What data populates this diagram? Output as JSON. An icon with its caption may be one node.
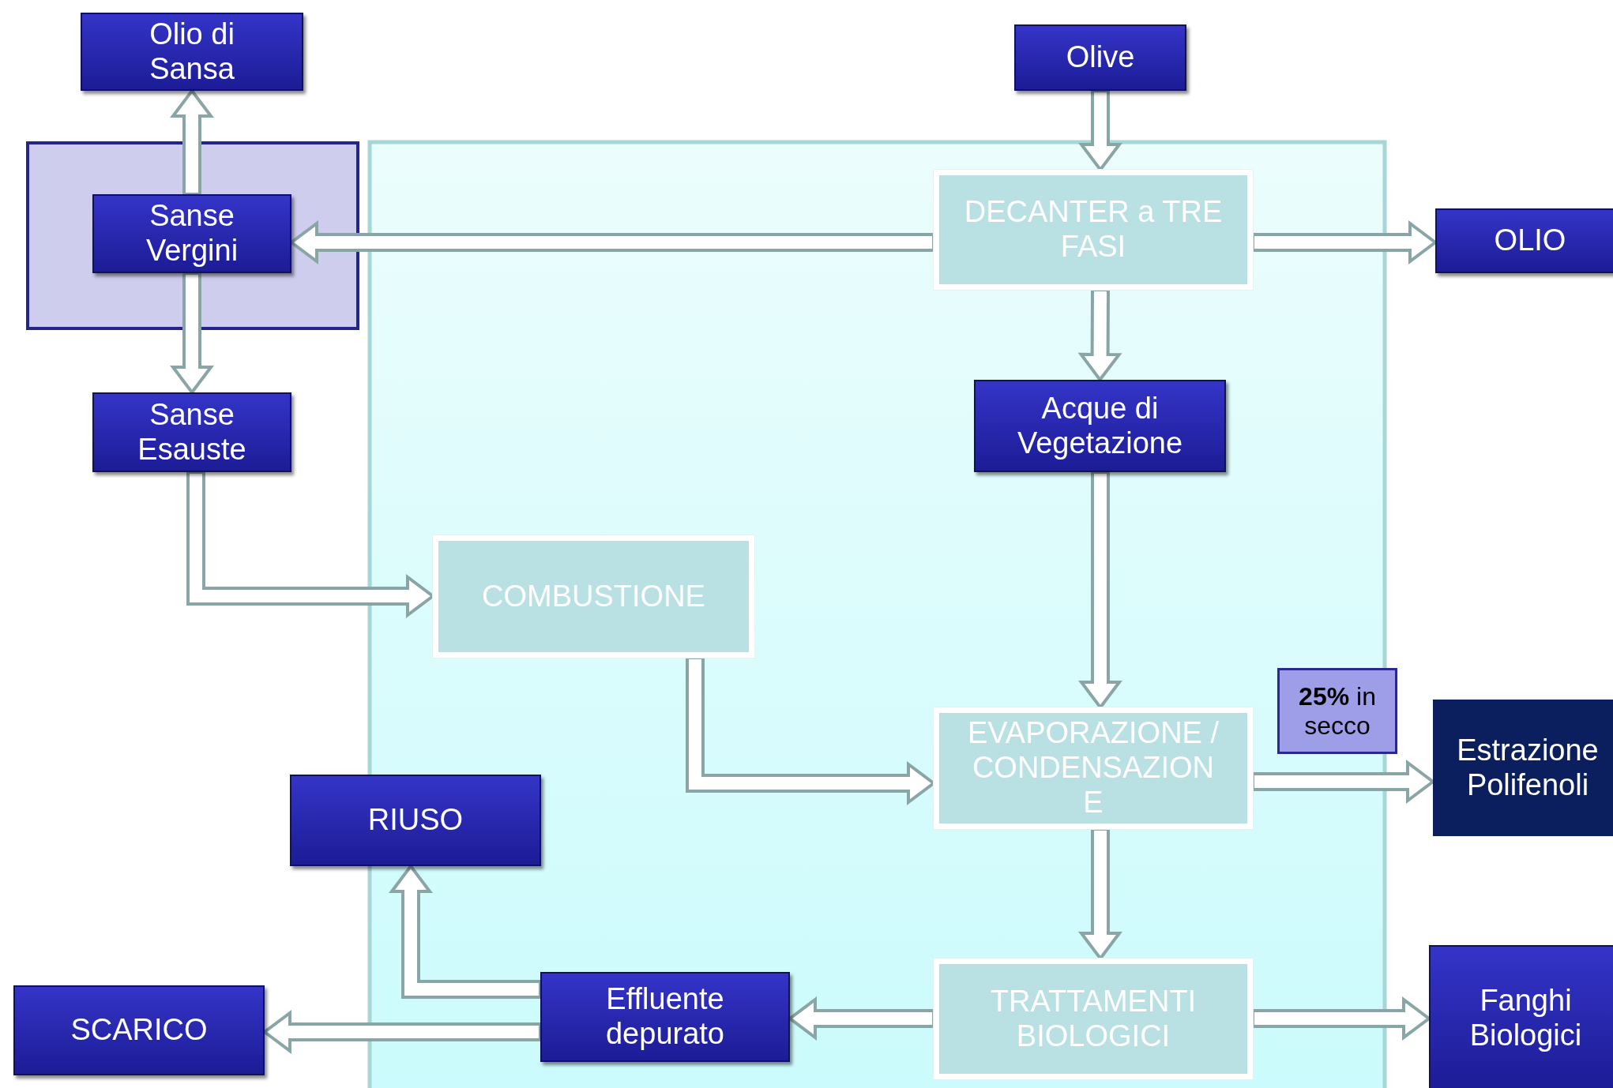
{
  "diagram": {
    "nodes": [
      {
        "text": [
          "Olio di Sansa"
        ]
      },
      {
        "text": [
          "Olive"
        ]
      },
      {
        "text": [
          "Sanse Vergini"
        ]
      },
      {
        "text": [
          "DECANTER a TRE FASI"
        ]
      },
      {
        "text": [
          "OLIO"
        ]
      },
      {
        "text": [
          "Sanse Esauste"
        ]
      },
      {
        "text": [
          "Acque di Vegetazione"
        ]
      },
      {
        "text": [
          "COMBUSTIONE"
        ]
      },
      {
        "text": [
          "EVAPORAZIONE / CONDENSAZIONE"
        ]
      },
      {
        "text": [
          "**25%** in secco"
        ]
      },
      {
        "text": [
          "Estrazione Polifenoli"
        ]
      },
      {
        "text": [
          "RIUSO"
        ]
      },
      {
        "text": [
          "SCARICO"
        ]
      },
      {
        "text": [
          "Effluente depurato"
        ]
      },
      {
        "text": [
          "TRATTAMENTI BIOLOGICI"
        ]
      },
      {
        "text": [
          "Fanghi Biologici"
        ]
      }
    ],
    "edges": [
      {
        "from": 2,
        "to": 0,
        "arrow": "to"
      },
      {
        "from": 1,
        "to": 3,
        "arrow": "to"
      },
      {
        "from": 3,
        "to": 2,
        "arrow": "to"
      },
      {
        "from": 3,
        "to": 4,
        "arrow": "to"
      },
      {
        "from": 2,
        "to": 5,
        "arrow": "to"
      },
      {
        "from": 3,
        "to": 6,
        "arrow": "to"
      },
      {
        "from": 5,
        "to": 7,
        "arrow": "to"
      },
      {
        "from": 6,
        "to": 8,
        "arrow": "to"
      },
      {
        "from": 7,
        "to": 8,
        "arrow": "to"
      },
      {
        "from": 8,
        "to": 10,
        "arrow": "to"
      },
      {
        "from": 8,
        "to": 14,
        "arrow": "to"
      },
      {
        "from": 14,
        "to": 15,
        "arrow": "to"
      },
      {
        "from": 14,
        "to": 13,
        "arrow": "to"
      },
      {
        "from": 13,
        "to": 11,
        "arrow": "to"
      },
      {
        "from": 13,
        "to": 12,
        "arrow": "to"
      }
    ]
  }
}
